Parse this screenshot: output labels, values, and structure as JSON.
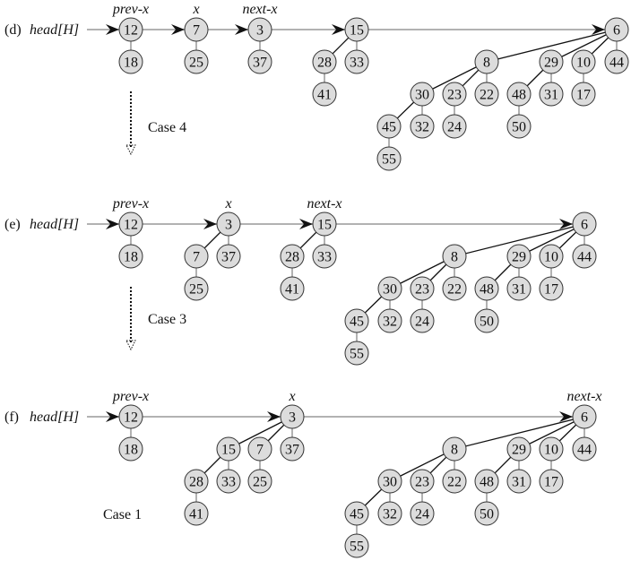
{
  "panels": [
    {
      "label": "(d)",
      "head_label": "head[H]",
      "case_label": "Case 4",
      "roots": [
        "12",
        "7",
        "3",
        "15",
        "6"
      ],
      "pointers": [
        {
          "label": "prev-x",
          "node": "12"
        },
        {
          "label": "x",
          "node": "7"
        },
        {
          "label": "next-x",
          "node": "3"
        }
      ],
      "nodes": [
        {
          "key": "12",
          "parent": null
        },
        {
          "key": "18",
          "parent": "12"
        },
        {
          "key": "7",
          "parent": null
        },
        {
          "key": "25",
          "parent": "7"
        },
        {
          "key": "3",
          "parent": null
        },
        {
          "key": "37",
          "parent": "3"
        },
        {
          "key": "15",
          "parent": null
        },
        {
          "key": "28",
          "parent": "15"
        },
        {
          "key": "33",
          "parent": "15"
        },
        {
          "key": "41",
          "parent": "28"
        },
        {
          "key": "6",
          "parent": null
        },
        {
          "key": "8",
          "parent": "6"
        },
        {
          "key": "29",
          "parent": "6"
        },
        {
          "key": "10",
          "parent": "6"
        },
        {
          "key": "44",
          "parent": "6"
        },
        {
          "key": "30",
          "parent": "8"
        },
        {
          "key": "23",
          "parent": "8"
        },
        {
          "key": "22",
          "parent": "8"
        },
        {
          "key": "48",
          "parent": "29"
        },
        {
          "key": "31",
          "parent": "29"
        },
        {
          "key": "17",
          "parent": "10"
        },
        {
          "key": "45",
          "parent": "30"
        },
        {
          "key": "32",
          "parent": "30"
        },
        {
          "key": "24",
          "parent": "23"
        },
        {
          "key": "50",
          "parent": "48"
        },
        {
          "key": "55",
          "parent": "45"
        }
      ]
    },
    {
      "label": "(e)",
      "head_label": "head[H]",
      "case_label": "Case 3",
      "roots": [
        "12",
        "3",
        "15",
        "6"
      ],
      "pointers": [
        {
          "label": "prev-x",
          "node": "12"
        },
        {
          "label": "x",
          "node": "3"
        },
        {
          "label": "next-x",
          "node": "15"
        }
      ],
      "nodes": [
        {
          "key": "12",
          "parent": null
        },
        {
          "key": "18",
          "parent": "12"
        },
        {
          "key": "3",
          "parent": null
        },
        {
          "key": "7",
          "parent": "3"
        },
        {
          "key": "37",
          "parent": "3"
        },
        {
          "key": "25",
          "parent": "7"
        },
        {
          "key": "15",
          "parent": null
        },
        {
          "key": "28",
          "parent": "15"
        },
        {
          "key": "33",
          "parent": "15"
        },
        {
          "key": "41",
          "parent": "28"
        },
        {
          "key": "6",
          "parent": null
        },
        {
          "key": "8",
          "parent": "6"
        },
        {
          "key": "29",
          "parent": "6"
        },
        {
          "key": "10",
          "parent": "6"
        },
        {
          "key": "44",
          "parent": "6"
        },
        {
          "key": "30",
          "parent": "8"
        },
        {
          "key": "23",
          "parent": "8"
        },
        {
          "key": "22",
          "parent": "8"
        },
        {
          "key": "48",
          "parent": "29"
        },
        {
          "key": "31",
          "parent": "29"
        },
        {
          "key": "17",
          "parent": "10"
        },
        {
          "key": "45",
          "parent": "30"
        },
        {
          "key": "32",
          "parent": "30"
        },
        {
          "key": "24",
          "parent": "23"
        },
        {
          "key": "50",
          "parent": "48"
        },
        {
          "key": "55",
          "parent": "45"
        }
      ]
    },
    {
      "label": "(f)",
      "head_label": "head[H]",
      "case_label": "Case 1",
      "roots": [
        "12",
        "3",
        "6"
      ],
      "pointers": [
        {
          "label": "prev-x",
          "node": "12"
        },
        {
          "label": "x",
          "node": "3"
        },
        {
          "label": "next-x",
          "node": "6"
        }
      ],
      "nodes": [
        {
          "key": "12",
          "parent": null
        },
        {
          "key": "18",
          "parent": "12"
        },
        {
          "key": "3",
          "parent": null
        },
        {
          "key": "15",
          "parent": "3"
        },
        {
          "key": "7",
          "parent": "3"
        },
        {
          "key": "37",
          "parent": "3"
        },
        {
          "key": "28",
          "parent": "15"
        },
        {
          "key": "33",
          "parent": "15"
        },
        {
          "key": "25",
          "parent": "7"
        },
        {
          "key": "41",
          "parent": "28"
        },
        {
          "key": "6",
          "parent": null
        },
        {
          "key": "8",
          "parent": "6"
        },
        {
          "key": "29",
          "parent": "6"
        },
        {
          "key": "10",
          "parent": "6"
        },
        {
          "key": "44",
          "parent": "6"
        },
        {
          "key": "30",
          "parent": "8"
        },
        {
          "key": "23",
          "parent": "8"
        },
        {
          "key": "22",
          "parent": "8"
        },
        {
          "key": "48",
          "parent": "29"
        },
        {
          "key": "31",
          "parent": "29"
        },
        {
          "key": "17",
          "parent": "10"
        },
        {
          "key": "45",
          "parent": "30"
        },
        {
          "key": "32",
          "parent": "30"
        },
        {
          "key": "24",
          "parent": "23"
        },
        {
          "key": "50",
          "parent": "48"
        },
        {
          "key": "55",
          "parent": "45"
        }
      ]
    }
  ]
}
